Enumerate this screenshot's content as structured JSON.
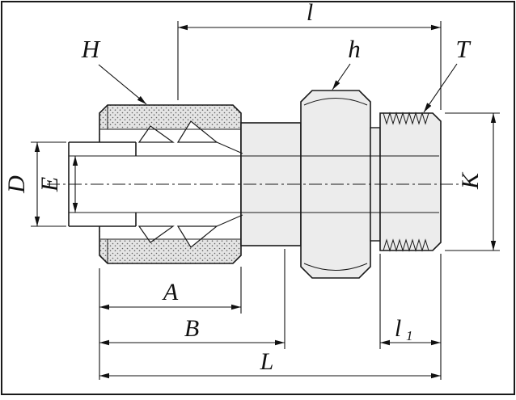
{
  "labels": {
    "l": "l",
    "H": "H",
    "h": "h",
    "T": "T",
    "D": "D",
    "E": "E",
    "K": "K",
    "A": "A",
    "B": "B",
    "L": "L",
    "l1_base": "l",
    "l1_sub": "1"
  }
}
